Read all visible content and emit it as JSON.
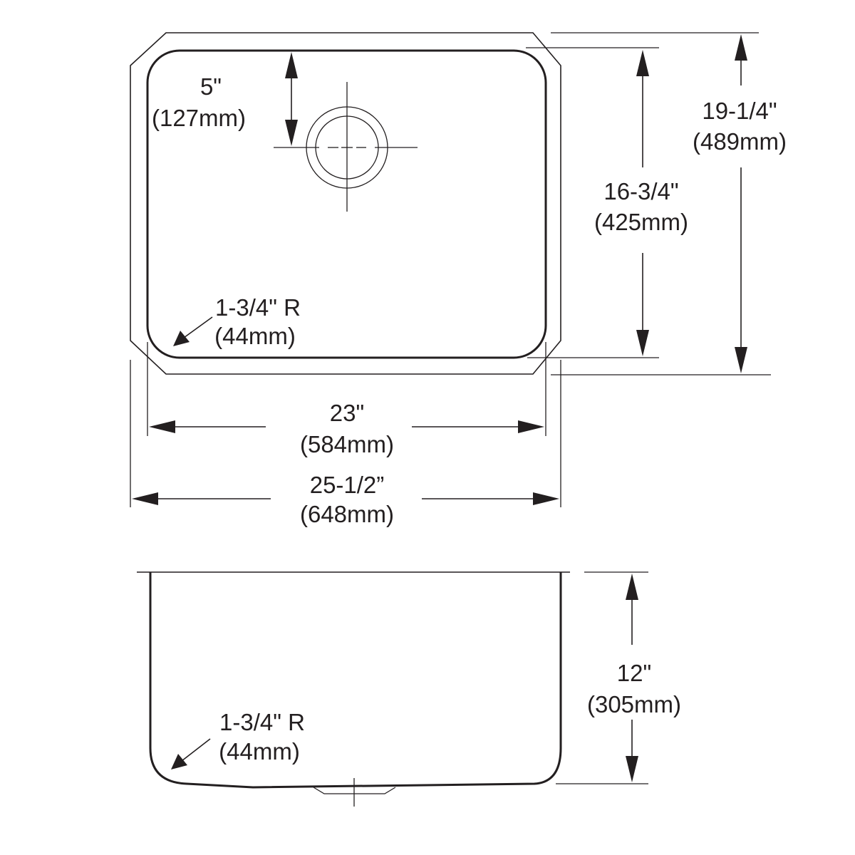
{
  "top_view": {
    "drain_offset": {
      "imperial": "5\"",
      "metric": "(127mm)"
    },
    "corner_radius": {
      "imperial": "1-3/4\" R",
      "metric": "(44mm)"
    },
    "bowl_length": {
      "imperial": "16-3/4\"",
      "metric": "(425mm)"
    },
    "overall_length": {
      "imperial": "19-1/4\"",
      "metric": "(489mm)"
    },
    "bowl_width": {
      "imperial": "23\"",
      "metric": "(584mm)"
    },
    "overall_width": {
      "imperial": "25-1/2”",
      "metric": "(648mm)"
    }
  },
  "side_view": {
    "corner_radius": {
      "imperial": "1-3/4\" R",
      "metric": "(44mm)"
    },
    "depth": {
      "imperial": "12\"",
      "metric": "(305mm)"
    }
  }
}
